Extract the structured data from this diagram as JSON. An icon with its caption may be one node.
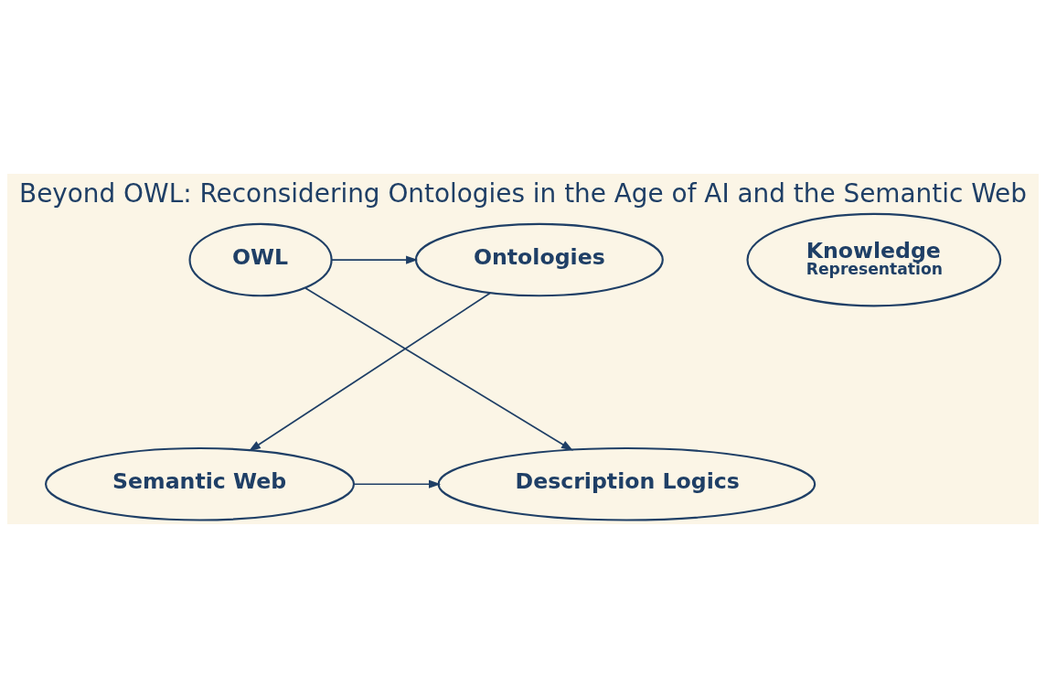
{
  "diagram": {
    "title": "Beyond OWL: Reconsidering Ontologies in the Age of AI and the Semantic Web",
    "nodes": [
      {
        "text": [
          "OWL"
        ]
      },
      {
        "text": [
          "Ontologies"
        ]
      },
      {
        "text": [
          "Knowledge",
          "Representation"
        ]
      },
      {
        "text": [
          "Description Logics"
        ]
      },
      {
        "text": [
          "Semantic Web"
        ]
      }
    ],
    "edges": [
      {
        "from": 0,
        "to": 1,
        "arrow": "to"
      },
      {
        "from": 0,
        "to": 3,
        "arrow": "to"
      },
      {
        "from": 1,
        "to": 4,
        "arrow": "to"
      },
      {
        "from": 4,
        "to": 3,
        "arrow": "to"
      }
    ]
  }
}
